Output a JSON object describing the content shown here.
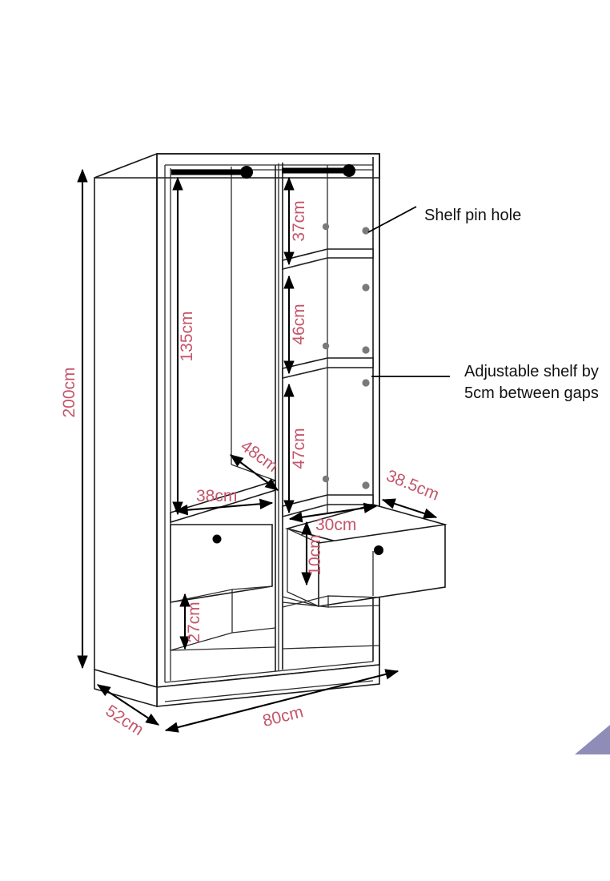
{
  "diagram": {
    "title": "Wardrobe cabinet dimensioned drawing",
    "background_color": "#ffffff",
    "dimension_text_color": "#c4566a",
    "callout_text_color": "#111111",
    "line_color": "#1a1a1a",
    "pin_hole_color": "#7a7a7a",
    "corner_accent_color": "#8f8cb8"
  },
  "dimensions": {
    "overall_height": "200cm",
    "overall_width": "80cm",
    "overall_depth": "52cm",
    "hanging_rail_height": "135cm",
    "top_shelf_gap": "37cm",
    "middle_shelf_gap": "46cm",
    "lower_shelf_gap": "47cm",
    "left_compartment_width": "38cm",
    "left_compartment_depth": "48cm",
    "drawer_width": "30cm",
    "drawer_depth": "38.5cm",
    "drawer_height": "10cm",
    "bottom_open_shelf_height": "27cm"
  },
  "callouts": {
    "shelf_pin_hole": "Shelf pin hole",
    "adjustable_shelf_line1": "Adjustable shelf by",
    "adjustable_shelf_line2": "5cm between gaps"
  },
  "parts": {
    "hanging_rail_left": "hanging-rail-left",
    "hanging_rail_right": "hanging-rail-right",
    "drawer_left": "drawer-left-closed",
    "drawer_right": "drawer-right-open",
    "shelf_top": "adjustable-shelf-top",
    "shelf_middle": "adjustable-shelf-middle",
    "shelf_lower": "adjustable-shelf-lower"
  }
}
